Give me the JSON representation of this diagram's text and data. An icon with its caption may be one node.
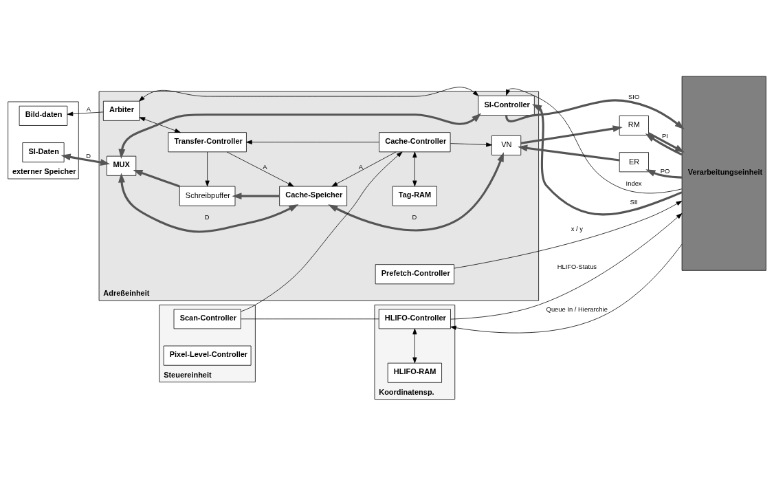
{
  "diagram": {
    "nodes": [
      {
        "text": [
          "externer Speicher"
        ]
      },
      {
        "text": [
          "Bild-daten"
        ],
        "in": 0
      },
      {
        "text": [
          "SI-Daten"
        ],
        "in": 0
      },
      {
        "text": [
          "Adreßeinheit"
        ]
      },
      {
        "text": [
          "Arbiter"
        ],
        "in": 3
      },
      {
        "text": [
          "MUX"
        ],
        "in": 3
      },
      {
        "text": [
          "Transfer-Controller"
        ],
        "in": 3
      },
      {
        "text": [
          "Schreibpuffer"
        ],
        "in": 3
      },
      {
        "text": [
          "Cache-Speicher"
        ],
        "in": 3
      },
      {
        "text": [
          "SI-Controller"
        ],
        "in": 3
      },
      {
        "text": [
          "Tag-RAM"
        ],
        "in": 3
      },
      {
        "text": [
          "Cache-Controller"
        ],
        "in": 3
      },
      {
        "text": [
          "Prefetch-Controller"
        ],
        "in": 3
      },
      {
        "text": [
          "VN"
        ],
        "in": 3
      },
      {
        "text": [
          "RM"
        ]
      },
      {
        "text": [
          "ER"
        ]
      },
      {
        "text": [
          "Verarbeitungseinheit"
        ]
      },
      {
        "text": [
          "Steuereinheit"
        ]
      },
      {
        "text": [
          "Scan-Controller"
        ],
        "in": 17
      },
      {
        "text": [
          "Pixel-Level-Controller"
        ],
        "in": 17
      },
      {
        "text": [
          "Koordinatensp."
        ]
      },
      {
        "text": [
          "HLIFO-Controller"
        ],
        "in": 20
      },
      {
        "text": [
          "HLIFO-RAM"
        ],
        "in": 20
      }
    ],
    "edges": [
      {
        "from": 4,
        "to": 1,
        "arrow": "to",
        "label": "A"
      },
      {
        "from": 2,
        "to": 5,
        "arrow": "both",
        "label": "D",
        "style": "thick",
        "color": "#555555"
      },
      {
        "from": 4,
        "to": 9,
        "arrow": "both"
      },
      {
        "from": 5,
        "to": 9,
        "arrow": "both",
        "style": "thick",
        "color": "#555555"
      },
      {
        "from": 4,
        "to": 6,
        "arrow": "both"
      },
      {
        "from": 11,
        "to": 6,
        "arrow": "to"
      },
      {
        "from": 6,
        "to": 7,
        "arrow": "to"
      },
      {
        "from": 6,
        "to": 8,
        "arrow": "to",
        "label": "A"
      },
      {
        "from": 5,
        "to": 8,
        "arrow": "both",
        "label": "D",
        "style": "thick",
        "color": "#555555"
      },
      {
        "from": 8,
        "to": 7,
        "arrow": "to",
        "style": "thick",
        "color": "#555555"
      },
      {
        "from": 7,
        "to": 5,
        "arrow": "to",
        "style": "thick",
        "color": "#555555"
      },
      {
        "from": 11,
        "to": 8,
        "arrow": "to",
        "label": "A"
      },
      {
        "from": 8,
        "to": 13,
        "arrow": "both",
        "label": "D",
        "style": "thick",
        "color": "#555555"
      },
      {
        "from": 10,
        "to": 11,
        "arrow": "both"
      },
      {
        "from": 11,
        "to": 13,
        "arrow": "to"
      },
      {
        "from": 13,
        "to": 14,
        "arrow": "to",
        "style": "thick",
        "color": "#555555"
      },
      {
        "from": 14,
        "to": 16,
        "arrow": "to",
        "label": "PI",
        "style": "thick",
        "color": "#555555"
      },
      {
        "from": 16,
        "to": 15,
        "arrow": "to",
        "label": "PO",
        "style": "thick",
        "color": "#555555"
      },
      {
        "from": 16,
        "to": 14,
        "arrow": "to",
        "style": "thick",
        "color": "#555555"
      },
      {
        "from": 15,
        "to": 13,
        "arrow": "to",
        "style": "thick",
        "color": "#555555"
      },
      {
        "from": 16,
        "to": 9,
        "arrow": "to",
        "label": "Index"
      },
      {
        "from": 16,
        "to": 9,
        "arrow": "to",
        "label": "SII",
        "style": "thick",
        "color": "#555555"
      },
      {
        "from": 9,
        "to": 16,
        "arrow": "to",
        "label": "SIO",
        "style": "thick",
        "color": "#555555"
      },
      {
        "from": 12,
        "to": 16,
        "arrow": "to",
        "label": "x / y"
      },
      {
        "from": 18,
        "to": 11,
        "arrow": "to"
      },
      {
        "from": 18,
        "to": 21,
        "arrow": "none"
      },
      {
        "from": 21,
        "to": 16,
        "arrow": "to",
        "label": "HLIFO-Status"
      },
      {
        "from": 16,
        "to": 21,
        "arrow": "to",
        "label": "Queue In / Hierarchie"
      },
      {
        "from": 21,
        "to": 22,
        "arrow": "both"
      }
    ]
  }
}
